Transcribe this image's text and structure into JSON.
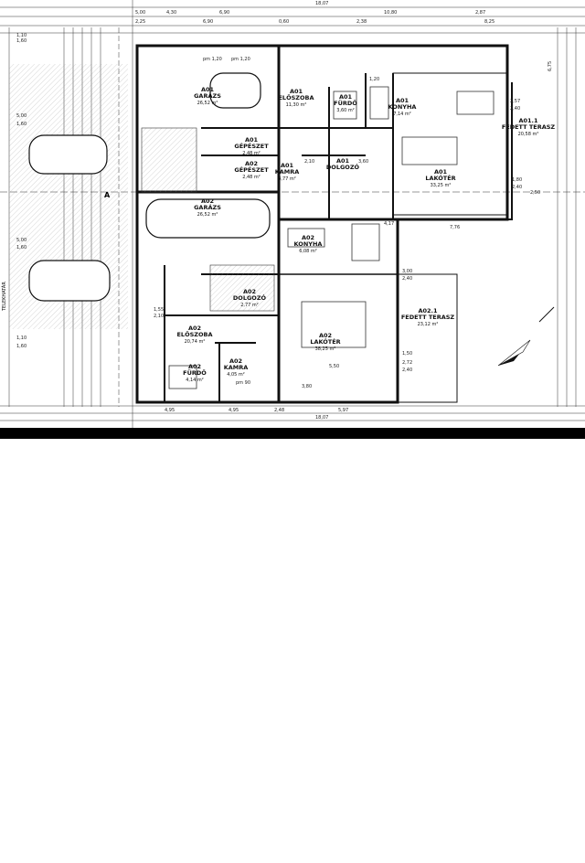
{
  "rooms": [
    {
      "id": "A01",
      "name": "GARÁZS",
      "area": "26,52 m²"
    },
    {
      "id": "A01",
      "name": "ELŐSZOBA",
      "area": "11,30 m²"
    },
    {
      "id": "A01",
      "name": "FÜRDŐ",
      "area": "3,60 m²"
    },
    {
      "id": "A01",
      "name": "KONYHA",
      "area": "7,14 m²"
    },
    {
      "id": "A01.1",
      "name": "FEDETT TERASZ",
      "area": "20,58 m²"
    },
    {
      "id": "A01",
      "name": "GÉPÉSZET",
      "area": "2,48 m²"
    },
    {
      "id": "A01",
      "name": "KAMRA",
      "area": "3,77 m²"
    },
    {
      "id": "A01",
      "name": "DOLGOZÓ",
      "area": ""
    },
    {
      "id": "A01",
      "name": "LAKÓTÉR",
      "area": "33,25 m²"
    },
    {
      "id": "A02",
      "name": "GÉPÉSZET",
      "area": "2,48 m²"
    },
    {
      "id": "A02",
      "name": "GARÁZS",
      "area": "26,52 m²"
    },
    {
      "id": "A02",
      "name": "KONYHA",
      "area": "6,08 m²"
    },
    {
      "id": "A02",
      "name": "DOLGOZÓ",
      "area": "2,77 m²"
    },
    {
      "id": "A02.1",
      "name": "FEDETT TERASZ",
      "area": "23,12 m²"
    },
    {
      "id": "A02",
      "name": "ELŐSZOBA",
      "area": "20,74 m²"
    },
    {
      "id": "A02",
      "name": "LAKÓTÉR",
      "area": "38,25 m²"
    },
    {
      "id": "A02",
      "name": "FÜRDŐ",
      "area": "4,14 m²"
    },
    {
      "id": "A02",
      "name": "KAMRA",
      "area": "4,05 m²"
    }
  ],
  "labels": {
    "street": "TELEKHATÁR",
    "section_mark": "A",
    "total_width": "18,07",
    "bottom_total": "18,07"
  },
  "dimensions": {
    "top_row1": [
      "5,00",
      "4,30",
      "6,90",
      "10,80",
      "2,87"
    ],
    "top_row2": [
      "2,25",
      "6,90",
      "0,60",
      "2,38",
      "8,25"
    ],
    "left_col": [
      "1,10",
      "1,60",
      "5,00",
      "1,60",
      "5,00",
      "1,60",
      "1,10",
      "1,60"
    ],
    "bottom_row": [
      "4,95",
      "4,95",
      "2,48",
      "5,97"
    ],
    "misc": [
      "pm 1,20",
      "pm 1,20",
      "2,57",
      "2,40",
      "6,75",
      "2,50",
      "7,76",
      "3,00",
      "2,40",
      "1,50",
      "2,72",
      "2,40",
      "2,10",
      "3,60",
      "3,80",
      "4,17",
      "5,50",
      "pm 90",
      "1,55",
      "2,10",
      "1,80",
      "2,40",
      "1,20"
    ]
  }
}
